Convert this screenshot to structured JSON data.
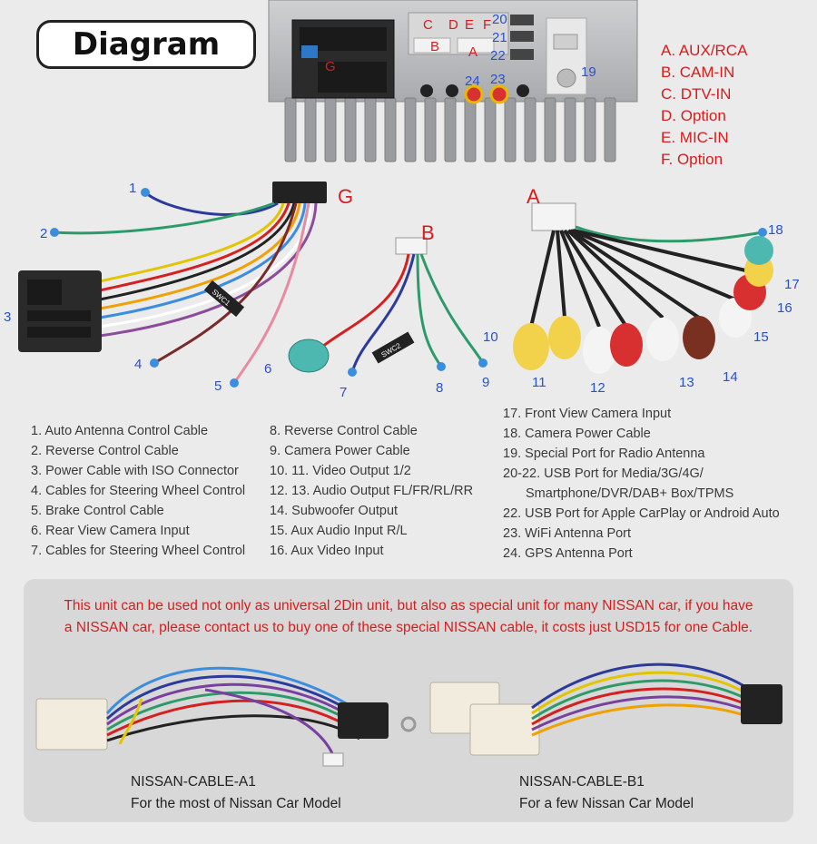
{
  "title": "Diagram",
  "head_unit_labels": {
    "letters": [
      "C",
      "D",
      "E",
      "F",
      "B",
      "A",
      "G"
    ],
    "numbers": [
      "20",
      "21",
      "22",
      "24",
      "23",
      "19"
    ]
  },
  "legend_letters": [
    "A. AUX/RCA",
    "B. CAM-IN",
    "C. DTV-IN",
    "D. Option",
    "E. MIC-IN",
    "F. Option"
  ],
  "harness_labels": {
    "group_g": "G",
    "group_b": "B",
    "group_a": "A",
    "g_numbers": [
      "1",
      "2",
      "3",
      "4",
      "5"
    ],
    "b_numbers": [
      "6",
      "7",
      "8",
      "9"
    ],
    "a_numbers": [
      "18",
      "17",
      "16",
      "15",
      "10",
      "11",
      "12",
      "13",
      "14"
    ],
    "wire_tags": [
      "SWC1",
      "SWC2"
    ]
  },
  "list_col1": [
    "1. Auto Antenna Control Cable",
    "2. Reverse Control Cable",
    "3. Power Cable with ISO Connector",
    "4. Cables for Steering Wheel Control",
    "5. Brake Control Cable",
    "6. Rear View Camera Input",
    "7. Cables for Steering Wheel Control"
  ],
  "list_col2": [
    "8. Reverse Control Cable",
    "9. Camera Power Cable",
    "10. 11. Video Output 1/2",
    "12. 13. Audio Output FL/FR/RL/RR",
    "14. Subwoofer Output",
    "15. Aux Audio Input R/L",
    "16. Aux Video Input"
  ],
  "list_col3": [
    "17. Front View Camera Input",
    "18. Camera Power Cable",
    "19. Special Port for Radio Antenna",
    "20-22. USB Port for Media/3G/4G/",
    "Smartphone/DVR/DAB+ Box/TPMS",
    "22. USB Port  for Apple CarPlay or  Android Auto",
    "23. WiFi Antenna Port",
    "24. GPS Antenna Port"
  ],
  "notice": {
    "line1": "This unit can be used not only as universal 2Din unit, but also as special unit for many NISSAN car, if you have",
    "line2": "a NISSAN car, please contact us to buy one of these special NISSAN cable, it costs just USD15 for one Cable."
  },
  "cables": [
    {
      "name": "NISSAN-CABLE-A1",
      "desc": "For the most of Nissan Car Model"
    },
    {
      "name": "NISSAN-CABLE-B1",
      "desc": "For a few Nissan Car Model"
    }
  ],
  "colors": {
    "accent_red": "#d41e1e",
    "label_blue": "#2a52c8",
    "background": "#ebebeb",
    "panel": "#d8d8d8"
  }
}
